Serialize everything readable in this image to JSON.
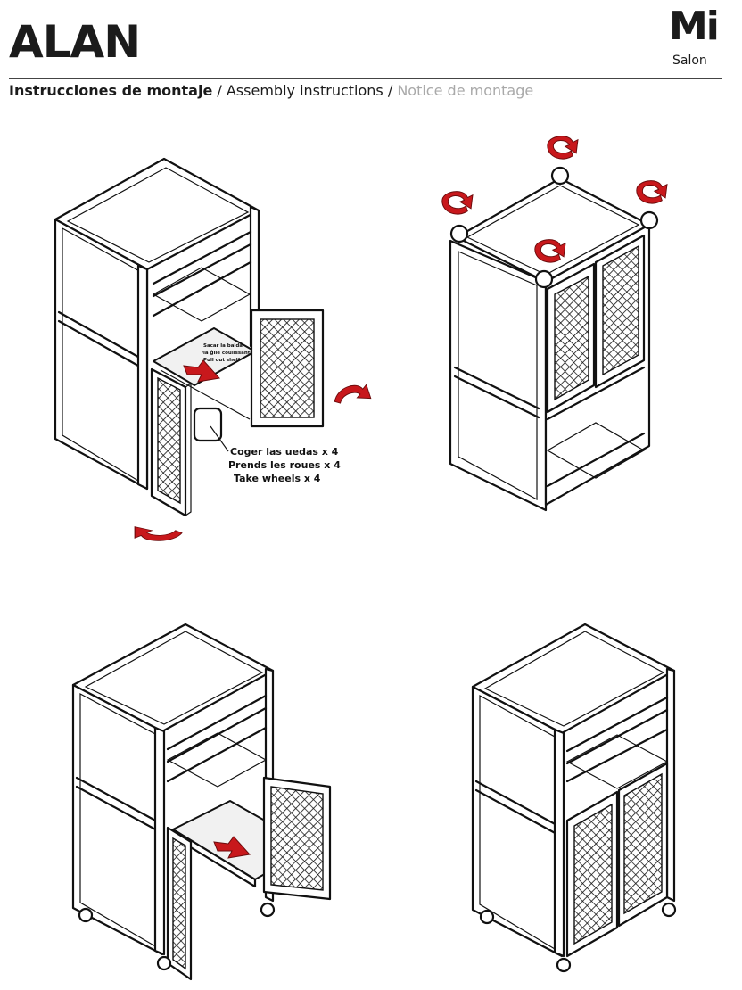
{
  "header": {
    "title": "ALAN",
    "logo_mark": "Mi",
    "logo_sub": "Salon",
    "instructions_es": "Instrucciones de montaje",
    "instructions_en": "Assembly instructions",
    "instructions_fr": "Notice de montage",
    "separator": " / "
  },
  "step1": {
    "shelf_label_es": "Sacar la balda",
    "shelf_label_fr": "/la ĝile coulissante",
    "shelf_label_en": "Pull out shelf",
    "wheels_es": "Coger las uedas x 4",
    "wheels_fr": "Prends les roues x 4",
    "wheels_en": "Take wheels x 4"
  },
  "colors": {
    "arrow": "#c8181c",
    "text": "#1b1b1b",
    "muted": "#a9a9a9"
  }
}
